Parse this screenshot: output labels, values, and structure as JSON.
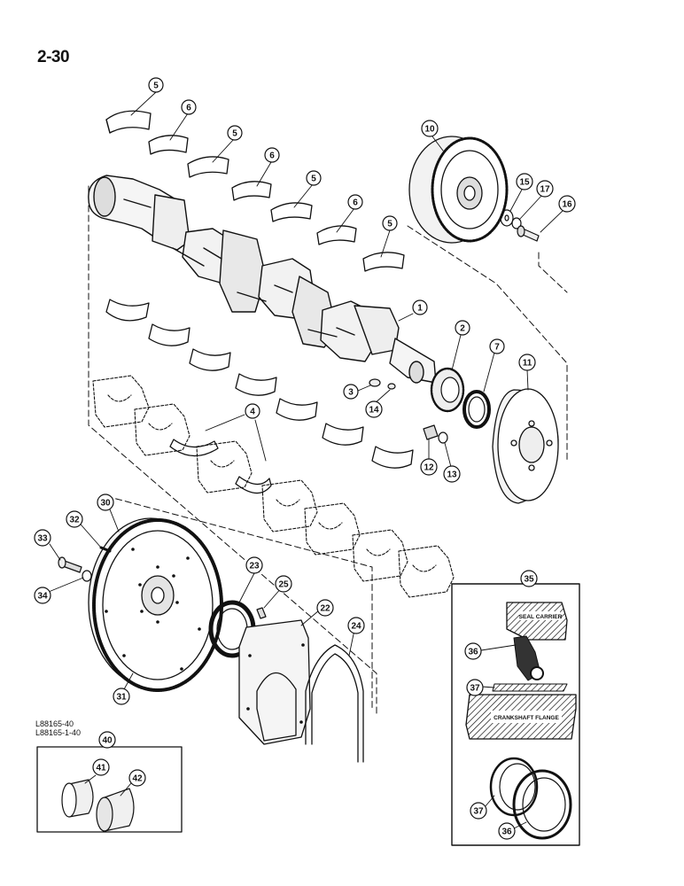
{
  "page": {
    "number": "2-30"
  },
  "reference_codes": [
    "L88165-40",
    "L88165-1-40"
  ],
  "callouts": {
    "c1": "1",
    "c2": "2",
    "c3": "3",
    "c4": "4",
    "c5a": "5",
    "c5b": "5",
    "c5c": "5",
    "c5d": "5",
    "c6a": "6",
    "c6b": "6",
    "c6c": "6",
    "c7": "7",
    "c10": "10",
    "c11": "11",
    "c12": "12",
    "c13": "13",
    "c14": "14",
    "c15": "15",
    "c16": "16",
    "c17": "17",
    "c22": "22",
    "c23": "23",
    "c24": "24",
    "c25": "25",
    "c30": "30",
    "c31": "31",
    "c32": "32",
    "c33": "33",
    "c34": "34",
    "c35": "35",
    "c36a": "36",
    "c36b": "36",
    "c37a": "37",
    "c37b": "37",
    "c40": "40",
    "c41": "41",
    "c42": "42"
  },
  "detail_labels": {
    "seal_carrier": "SEAL CARRIER",
    "crankshaft_flange": "CRANKSHAFT FLANGE"
  }
}
